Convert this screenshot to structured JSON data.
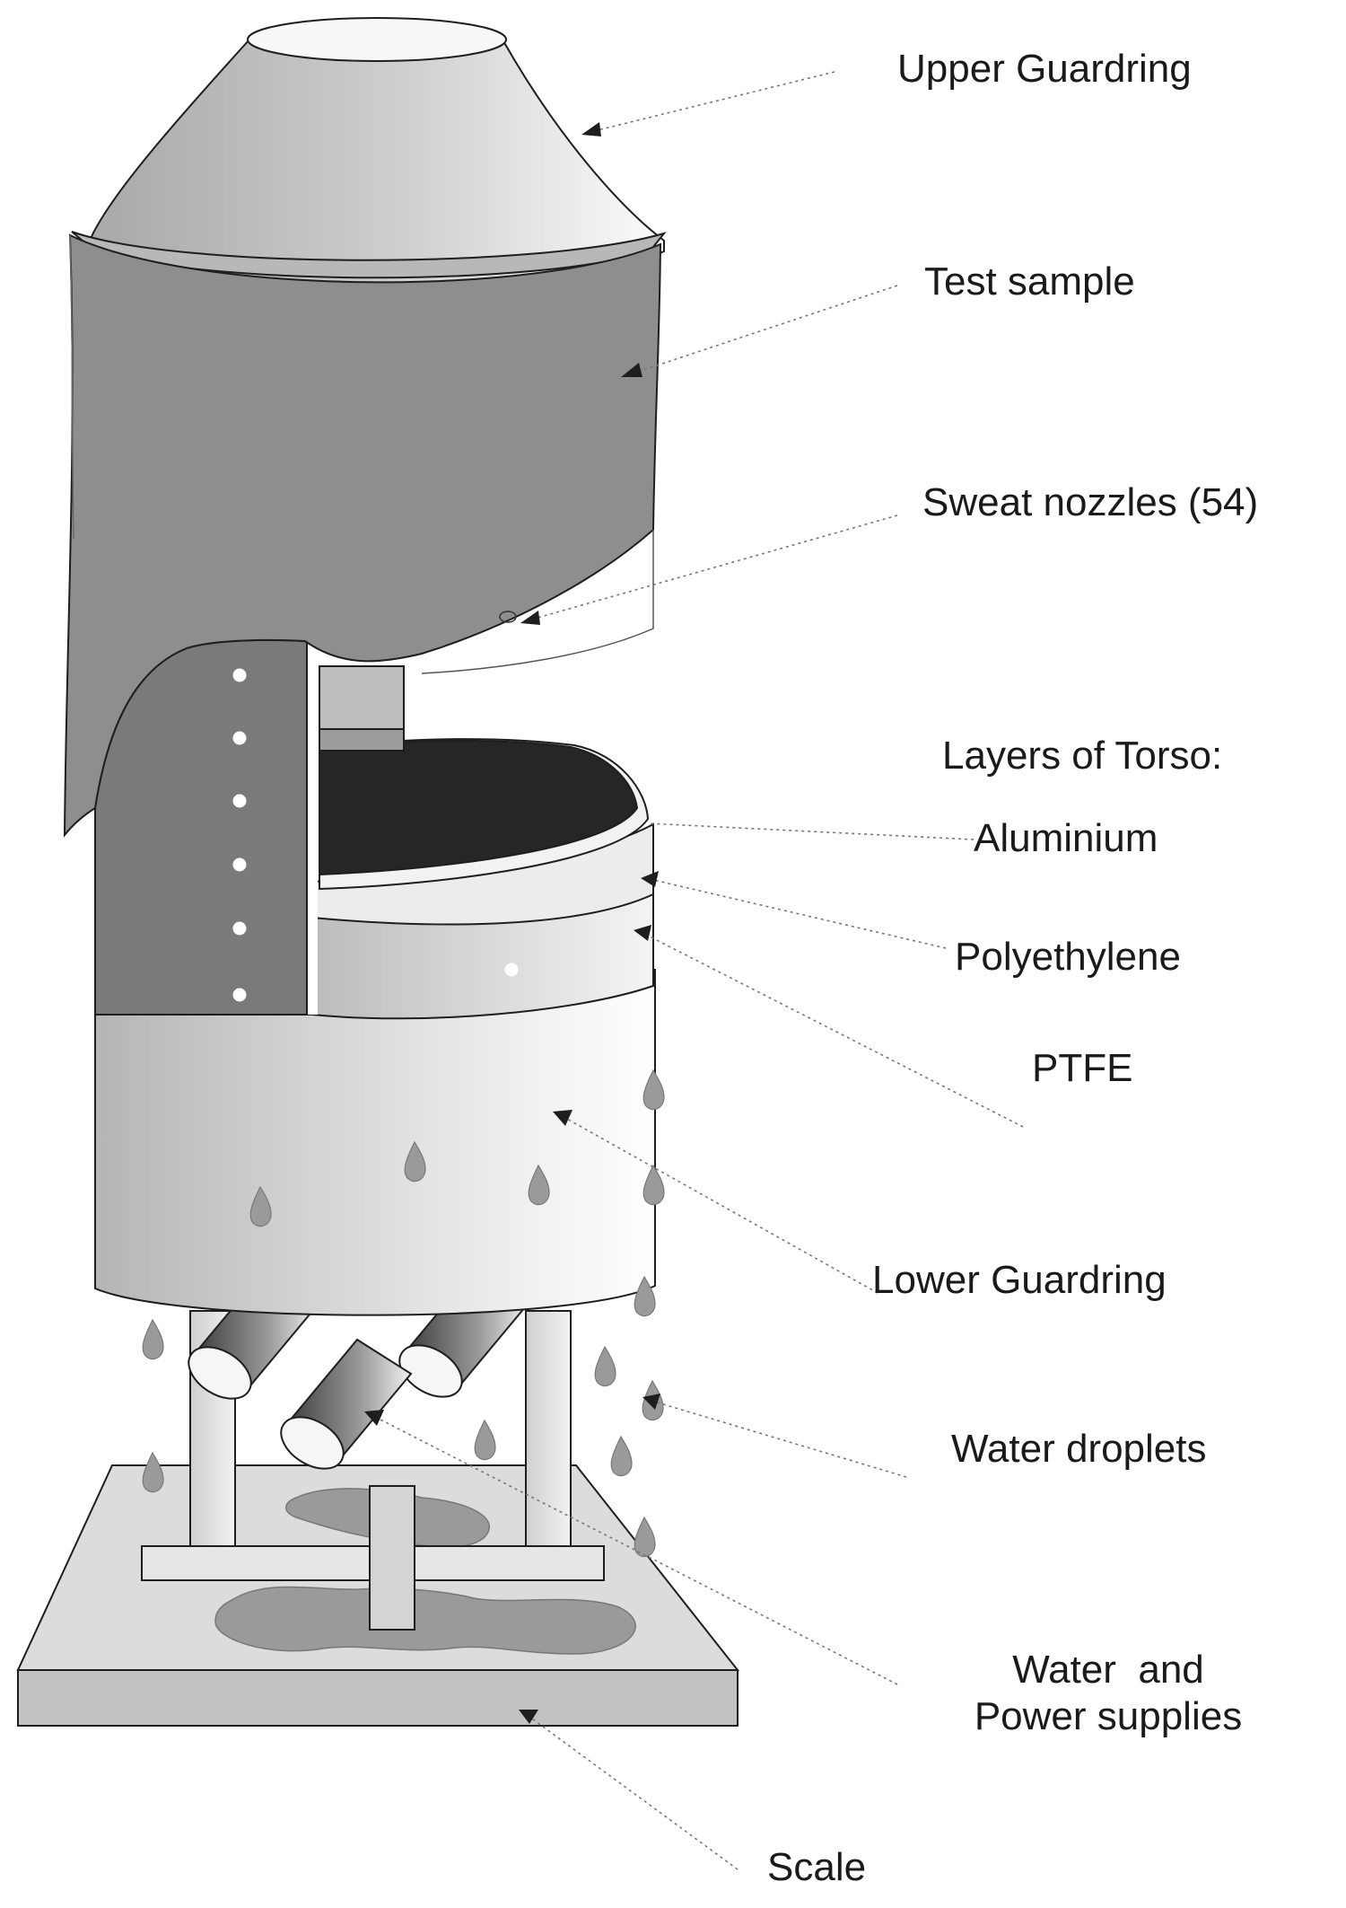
{
  "labels": {
    "upper_guardring": "Upper Guardring",
    "test_sample": "Test sample",
    "sweat_nozzles": "Sweat nozzles (54)",
    "layers_of_torso": "Layers of Torso:",
    "aluminium": "Aluminium",
    "polyethylene": "Polyethylene",
    "ptfe": "PTFE",
    "lower_guardring": "Lower Guardring",
    "water_droplets": "Water droplets",
    "water_and_power_line1": "Water  and",
    "water_and_power_line2": "Power supplies",
    "scale": "Scale"
  },
  "colors": {
    "outline": "#1e1e1e",
    "sample_grey": "#8e8e8e",
    "dark_grey": "#6e6e6e",
    "aluminium_black": "#262626",
    "light_grey": "#d9d9d9",
    "water": "#9a9a9a"
  }
}
